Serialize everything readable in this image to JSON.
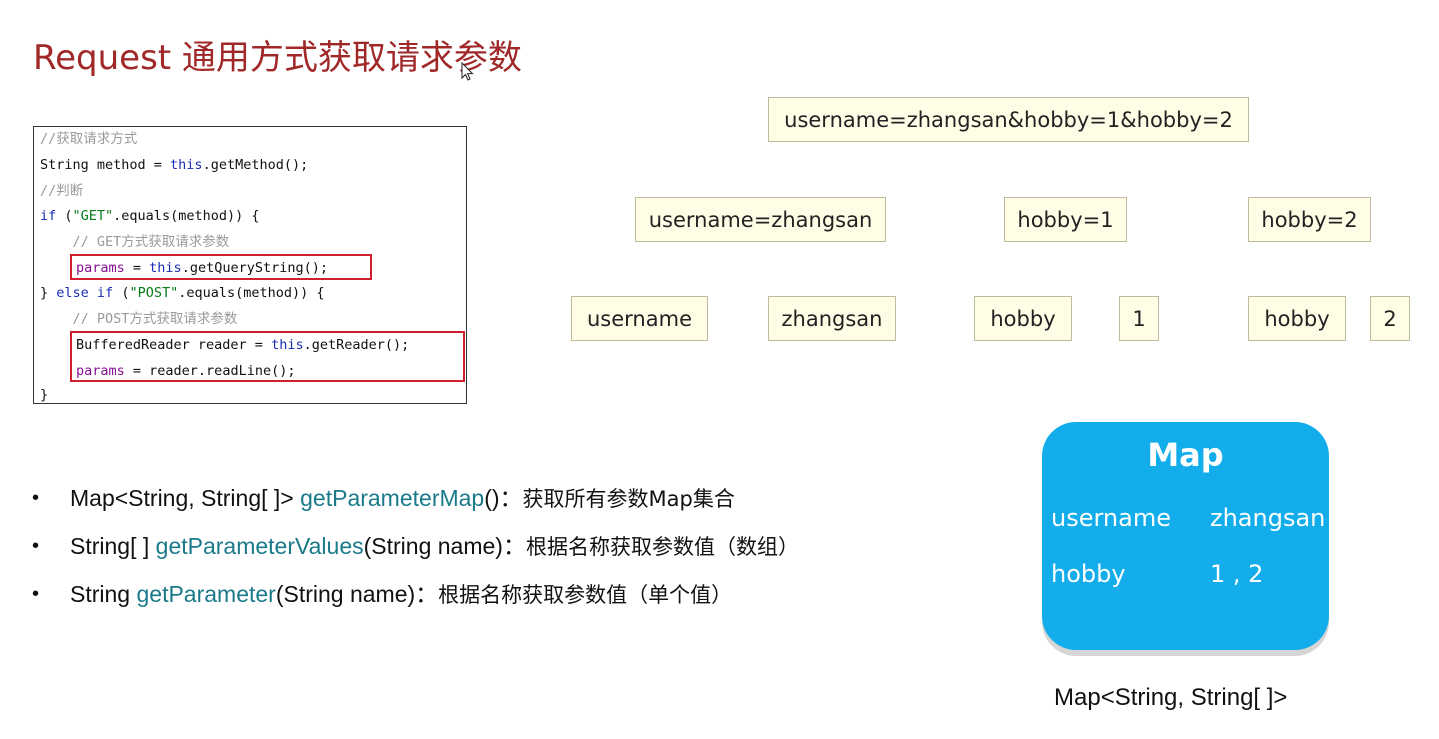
{
  "title": "Request 通用方式获取请求参数",
  "code": {
    "l1": "//获取请求方式",
    "l2a": "String method = ",
    "l2kw": "this",
    "l2b": ".getMethod();",
    "l3": "//判断",
    "l4kw": "if",
    "l4a": " (",
    "l4str": "\"GET\"",
    "l4b": ".equals(method)) {",
    "l5": "    // GET方式获取请求参数",
    "l6pv": "params",
    "l6a": " = ",
    "l6kw": "this",
    "l6b": ".getQueryString();",
    "l7a": "} ",
    "l7kw1": "else",
    "l7b": " ",
    "l7kw2": "if",
    "l7c": " (",
    "l7str": "\"POST\"",
    "l7d": ".equals(method)) {",
    "l8": "    // POST方式获取请求参数",
    "l9a": "BufferedReader reader = ",
    "l9kw": "this",
    "l9b": ".getReader();",
    "l10pv": "params",
    "l10a": " = reader.readLine();",
    "l11": "}"
  },
  "query": {
    "full": "username=zhangsan&hobby=1&hobby=2",
    "pairs": [
      "username=zhangsan",
      "hobby=1",
      "hobby=2"
    ],
    "parts": [
      "username",
      "zhangsan",
      "hobby",
      "1",
      "hobby",
      "2"
    ]
  },
  "apis": [
    {
      "bullet": "•",
      "prefix": "Map<String, String[ ]> ",
      "method": "getParameterMap",
      "suffix": "()：",
      "desc": "获取所有参数Map集合"
    },
    {
      "bullet": "•",
      "prefix": "String[ ] ",
      "method": "getParameterValues",
      "suffix": "(String name)：",
      "desc": "根据名称获取参数值（数组）"
    },
    {
      "bullet": "•",
      "prefix": "String ",
      "method": "getParameter",
      "suffix": "(String name)：",
      "desc": "根据名称获取参数值（单个值）"
    }
  ],
  "map": {
    "title": "Map",
    "rows": [
      {
        "key": "username",
        "value": "zhangsan"
      },
      {
        "key": "hobby",
        "value": "1 , 2"
      }
    ],
    "caption": "Map<String, String[ ]>"
  },
  "colors": {
    "title": "#a02828",
    "method": "#1a7a8a",
    "map_bg": "#12adea",
    "box_bg": "#fffde6",
    "highlight": "#d0202f"
  },
  "icons": {
    "cursor": "mouse-pointer-icon"
  }
}
